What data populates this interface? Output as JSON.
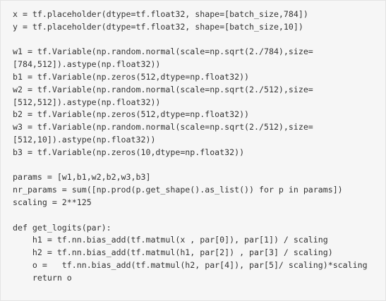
{
  "code": {
    "lines": [
      "x = tf.placeholder(dtype=tf.float32, shape=[batch_size,784])",
      "y = tf.placeholder(dtype=tf.float32, shape=[batch_size,10])",
      "",
      "w1 = tf.Variable(np.random.normal(scale=np.sqrt(2./784),size=",
      "[784,512]).astype(np.float32))",
      "b1 = tf.Variable(np.zeros(512,dtype=np.float32))",
      "w2 = tf.Variable(np.random.normal(scale=np.sqrt(2./512),size=",
      "[512,512]).astype(np.float32))",
      "b2 = tf.Variable(np.zeros(512,dtype=np.float32))",
      "w3 = tf.Variable(np.random.normal(scale=np.sqrt(2./512),size=",
      "[512,10]).astype(np.float32))",
      "b3 = tf.Variable(np.zeros(10,dtype=np.float32))",
      "",
      "params = [w1,b1,w2,b2,w3,b3]",
      "nr_params = sum([np.prod(p.get_shape().as_list()) for p in params])",
      "scaling = 2**125",
      "",
      "def get_logits(par):",
      "    h1 = tf.nn.bias_add(tf.matmul(x , par[0]), par[1]) / scaling",
      "    h2 = tf.nn.bias_add(tf.matmul(h1, par[2]) , par[3] / scaling)",
      "    o =   tf.nn.bias_add(tf.matmul(h2, par[4]), par[5]/ scaling)*scaling",
      "    return o"
    ]
  }
}
